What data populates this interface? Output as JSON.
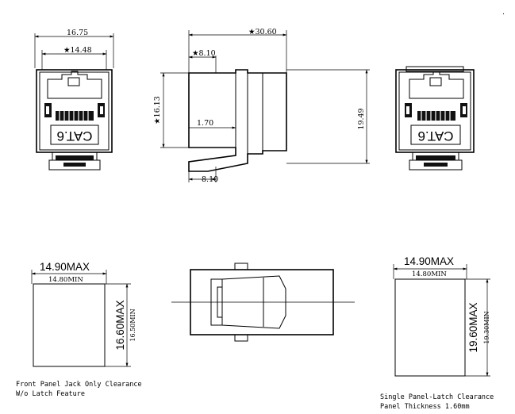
{
  "front_view": {
    "width_overall": "16.75",
    "width_inner": "★14.48",
    "jack_label": "CAT.6"
  },
  "side_view": {
    "length_overall": "★30.60",
    "latch_offset": "★8.10",
    "height_left": "★16.13",
    "wall": "1.70",
    "height_overall": "19.49",
    "latch_length": "8.10"
  },
  "rear_view": {
    "jack_label": "CAT.6"
  },
  "cutout_front": {
    "width_max": "14.90MAX",
    "width_min": "14.80MIN",
    "height_max": "16.60MAX",
    "height_min": "16.50MIN",
    "caption_line1": "Front Panel Jack Only Clearance",
    "caption_line2": "W/o Latch Feature"
  },
  "cutout_latch": {
    "width_max": "14.90MAX",
    "width_min": "14.80MIN",
    "height_max": "19.60MAX",
    "height_min": "19.30MIN",
    "caption_line1": "Single Panel-Latch Clearance",
    "caption_line2": "Panel Thickness 1.60mm"
  },
  "stray_mark": "."
}
